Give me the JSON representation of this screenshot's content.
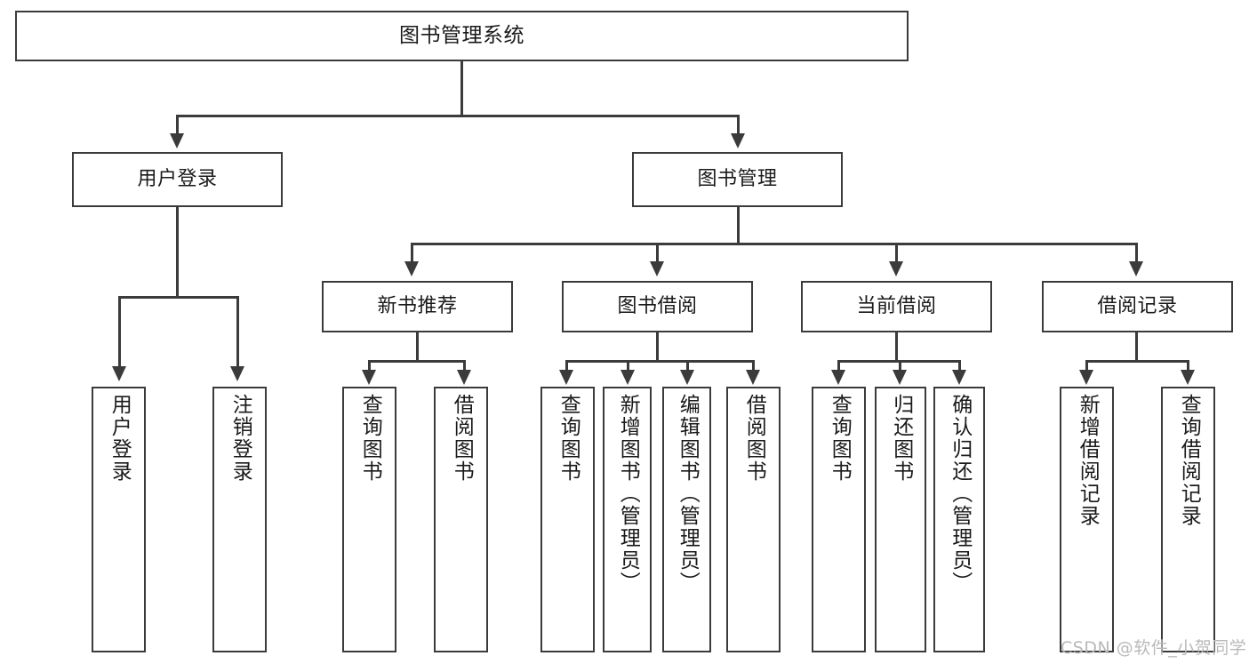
{
  "diagram": {
    "title": "图书管理系统",
    "type": "function-structure-tree",
    "root": {
      "label": "图书管理系统"
    },
    "level2": [
      {
        "label": "用户登录"
      },
      {
        "label": "图书管理"
      }
    ],
    "level3": [
      {
        "label": "新书推荐"
      },
      {
        "label": "图书借阅"
      },
      {
        "label": "当前借阅"
      },
      {
        "label": "借阅记录"
      }
    ],
    "leaves": {
      "user_login": [
        {
          "label": "用户登录"
        },
        {
          "label": "注销登录"
        }
      ],
      "new_book_recommend": [
        {
          "label": "查询图书"
        },
        {
          "label": "借阅图书"
        }
      ],
      "book_borrow": [
        {
          "label": "查询图书"
        },
        {
          "label": "新增图书（管理员）"
        },
        {
          "label": "编辑图书（管理员）"
        },
        {
          "label": "借阅图书"
        }
      ],
      "current_borrow": [
        {
          "label": "查询图书"
        },
        {
          "label": "归还图书"
        },
        {
          "label": "确认归还（管理员）"
        }
      ],
      "borrow_record": [
        {
          "label": "新增借阅记录"
        },
        {
          "label": "查询借阅记录"
        }
      ]
    }
  },
  "watermark": {
    "text": "CSDN @软件_小贺同学"
  },
  "colors": {
    "stroke": "#3b3b3b",
    "fill": "#ffffff",
    "text": "#1a1a1a",
    "watermark": "#b9b9b9"
  }
}
